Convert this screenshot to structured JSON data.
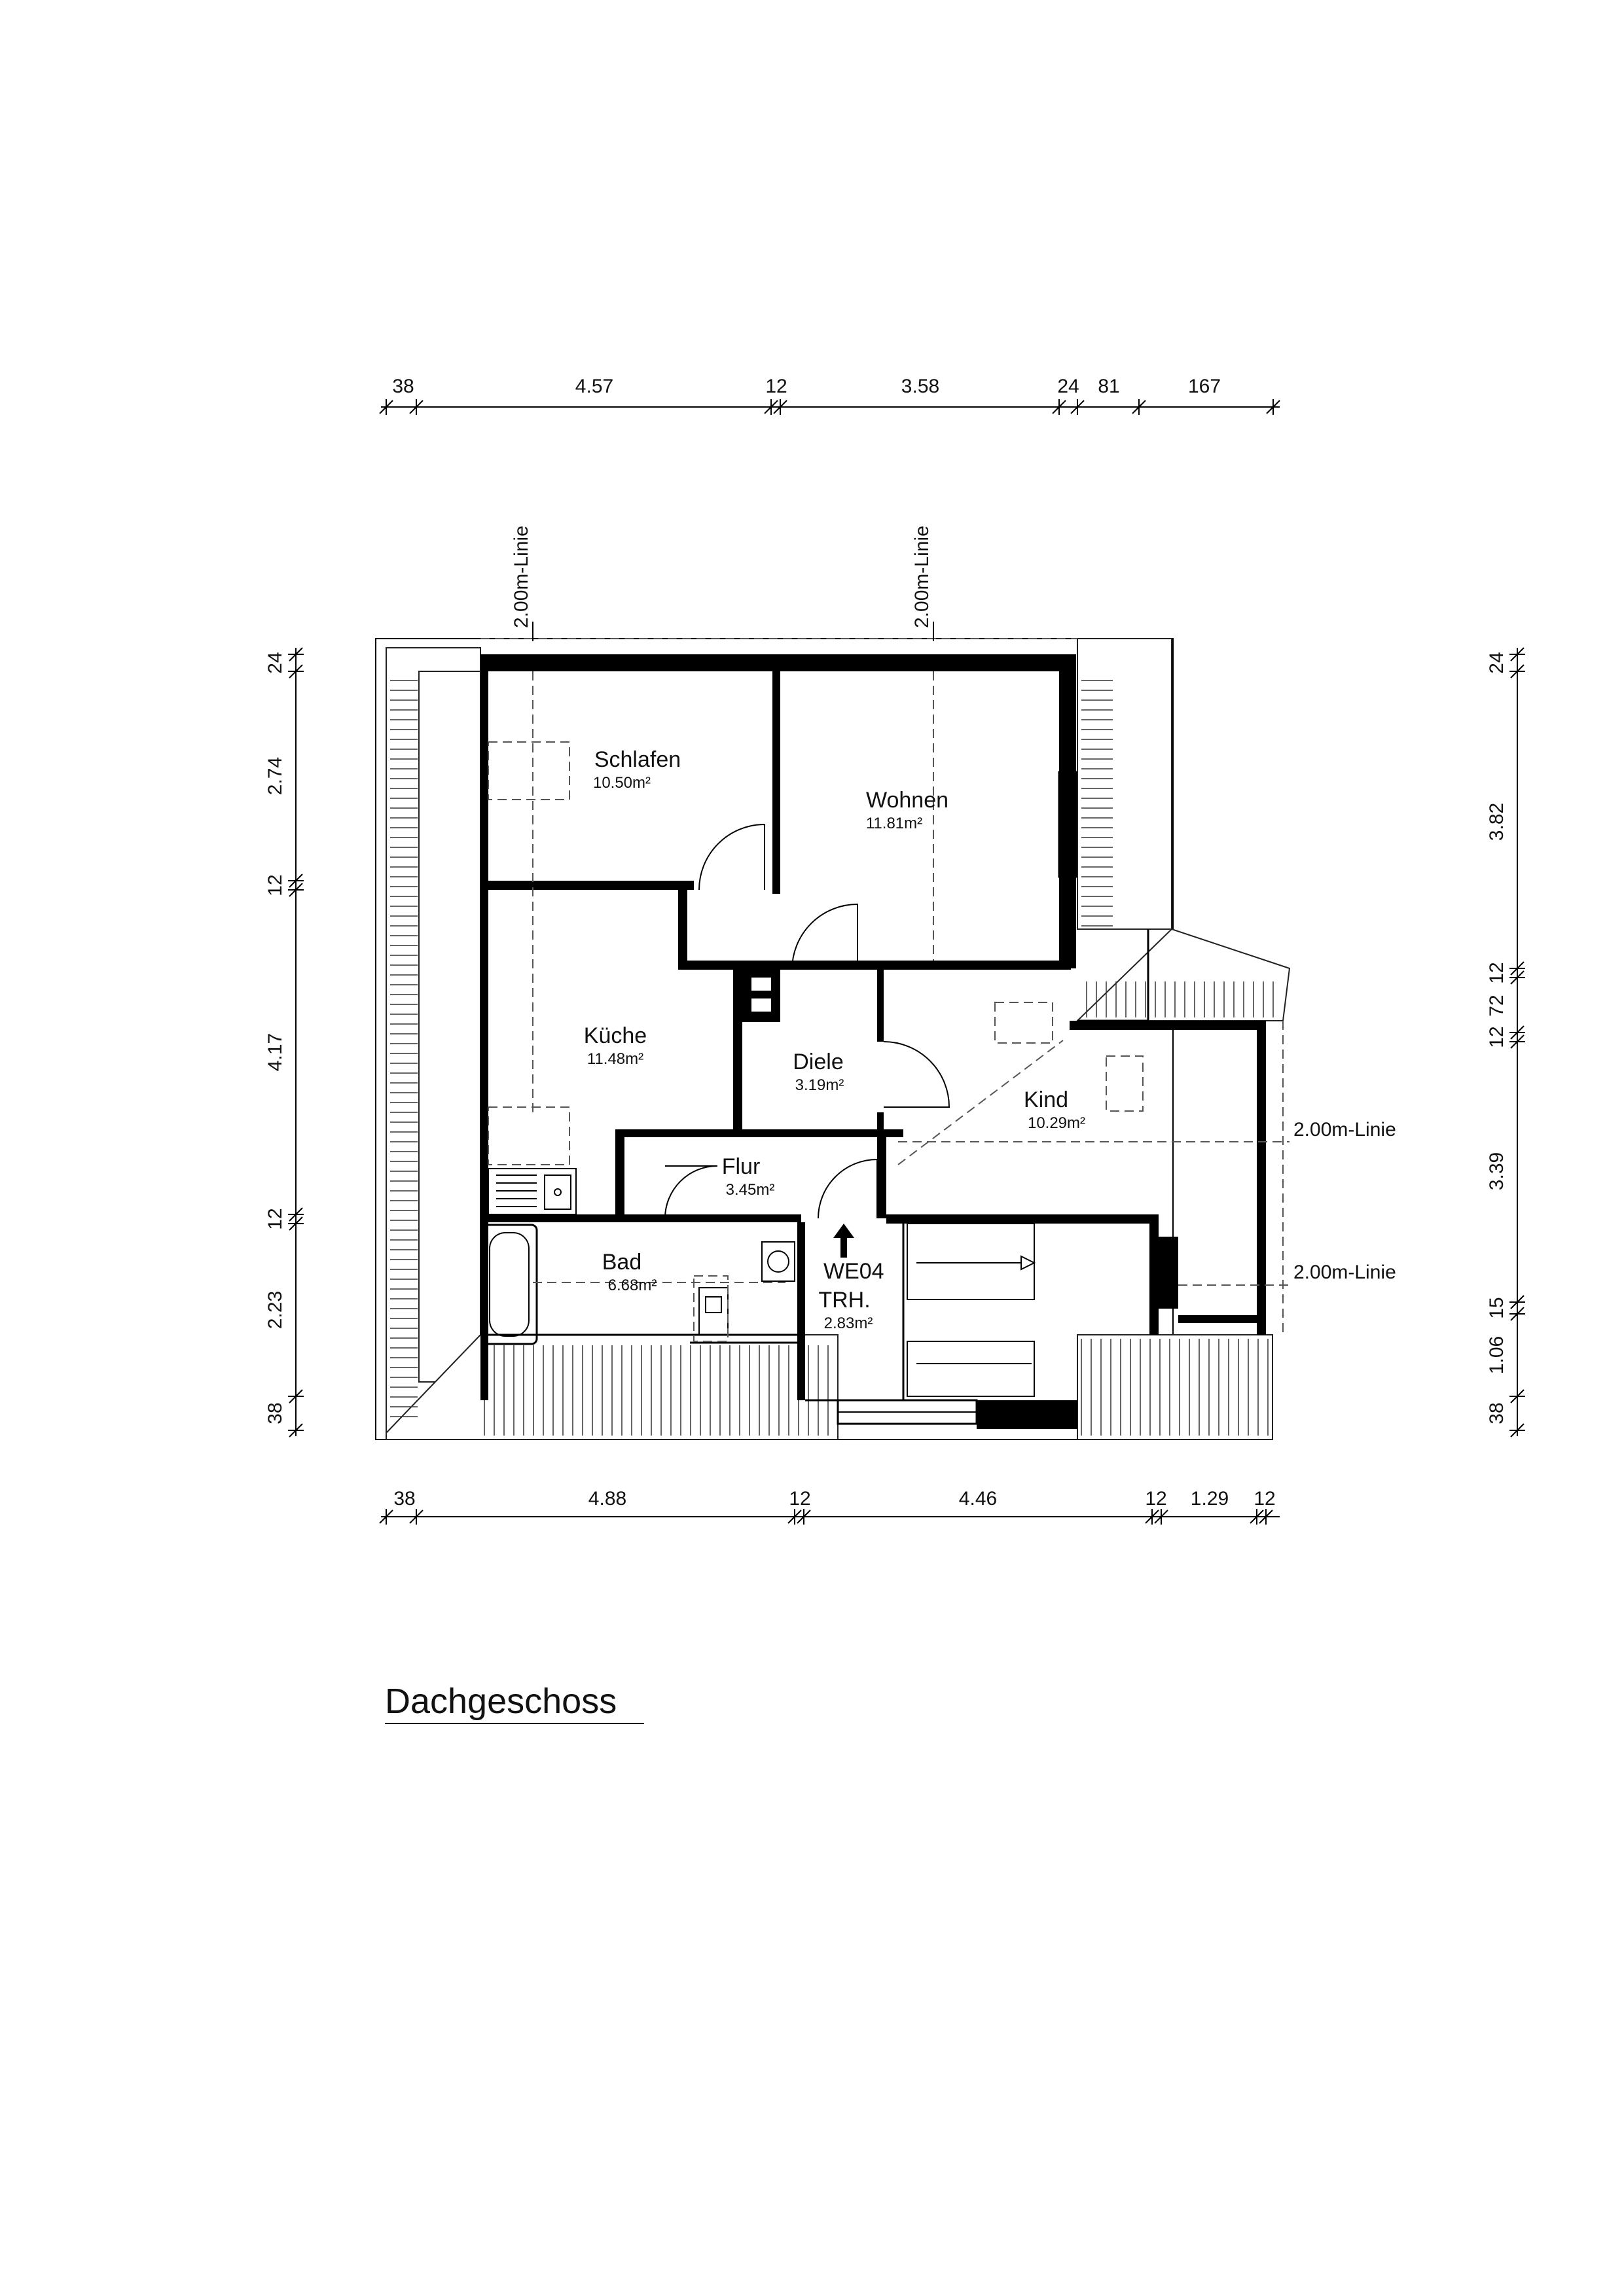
{
  "title": "Dachgeschoss",
  "dimensions": {
    "top": [
      "38",
      "4.57",
      "12",
      "3.58",
      "24",
      "81",
      "167"
    ],
    "bottom": [
      "38",
      "4.88",
      "12",
      "4.46",
      "12",
      "1.29",
      "12"
    ],
    "left": [
      "24",
      "2.74",
      "12",
      "4.17",
      "12",
      "2.23",
      "38"
    ],
    "right": [
      "24",
      "3.82",
      "12",
      "72",
      "12",
      "3.39",
      "15",
      "1.06",
      "38"
    ]
  },
  "line_labels": {
    "left_vertical": "2.00m-Linie",
    "center_vertical": "2.00m-Linie",
    "right_upper": "2.00m-Linie",
    "right_lower": "2.00m-Linie"
  },
  "rooms": {
    "schlafen": {
      "name": "Schlafen",
      "area": "10.50m²"
    },
    "wohnen": {
      "name": "Wohnen",
      "area": "11.81m²"
    },
    "kueche": {
      "name": "Küche",
      "area": "11.48m²"
    },
    "diele": {
      "name": "Diele",
      "area": "3.19m²"
    },
    "kind": {
      "name": "Kind",
      "area": "10.29m²"
    },
    "flur": {
      "name": "Flur",
      "area": "3.45m²"
    },
    "bad": {
      "name": "Bad",
      "area": "6.68m²"
    },
    "trh": {
      "name": "TRH.",
      "area": "2.83m²"
    }
  },
  "entrance": {
    "unit_label": "WE04"
  }
}
